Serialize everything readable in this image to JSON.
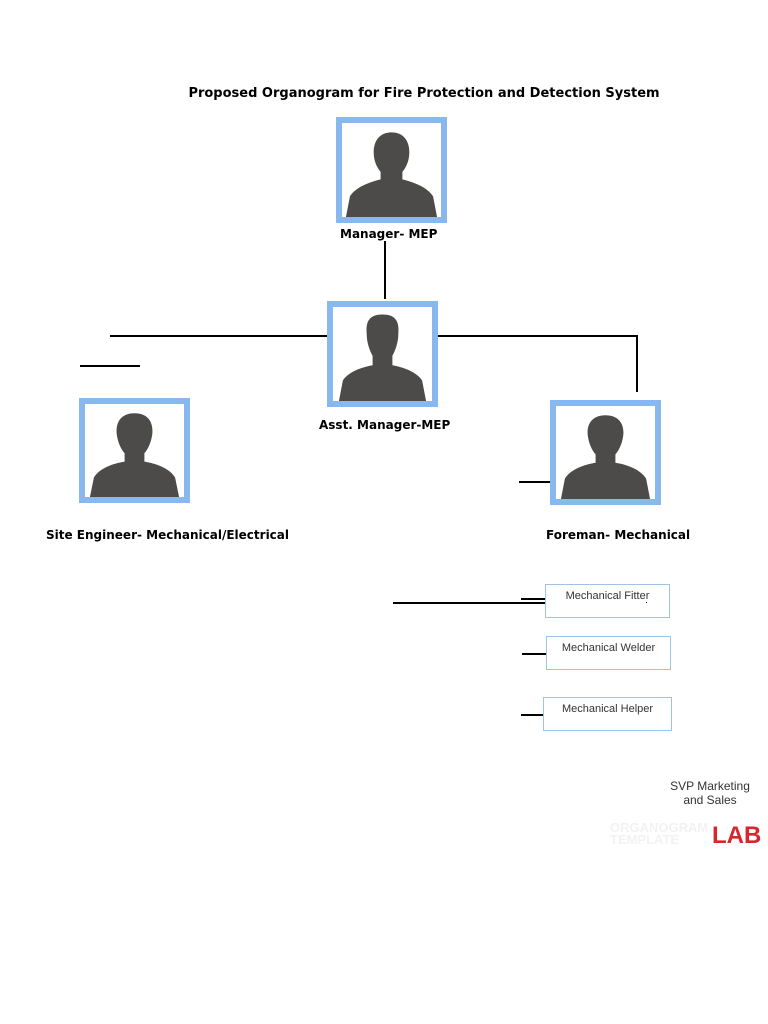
{
  "title": "Proposed Organogram for Fire Protection and Detection System",
  "roles": {
    "manager": "Manager- MEP",
    "asst_manager": "Asst. Manager-MEP",
    "site_engineer": "Site Engineer- Mechanical/Electrical",
    "foreman": "Foreman- Mechanical"
  },
  "workers": [
    "Mechanical Fitter",
    "Mechanical Welder",
    "Mechanical Helper"
  ],
  "footer": {
    "svp_line1": "SVP Marketing",
    "svp_line2": "and Sales",
    "logo_ghost_line1": "ORGANOGRAM",
    "logo_ghost_line2": "TEMPLATE",
    "logo_text": "LAB"
  },
  "colors": {
    "frame": "#87b9f0",
    "silhouette": "#4d4b49",
    "box_border": "#9ec3e6",
    "logo_red": "#d6262e"
  },
  "icons": [
    "person-silhouette-icon"
  ]
}
